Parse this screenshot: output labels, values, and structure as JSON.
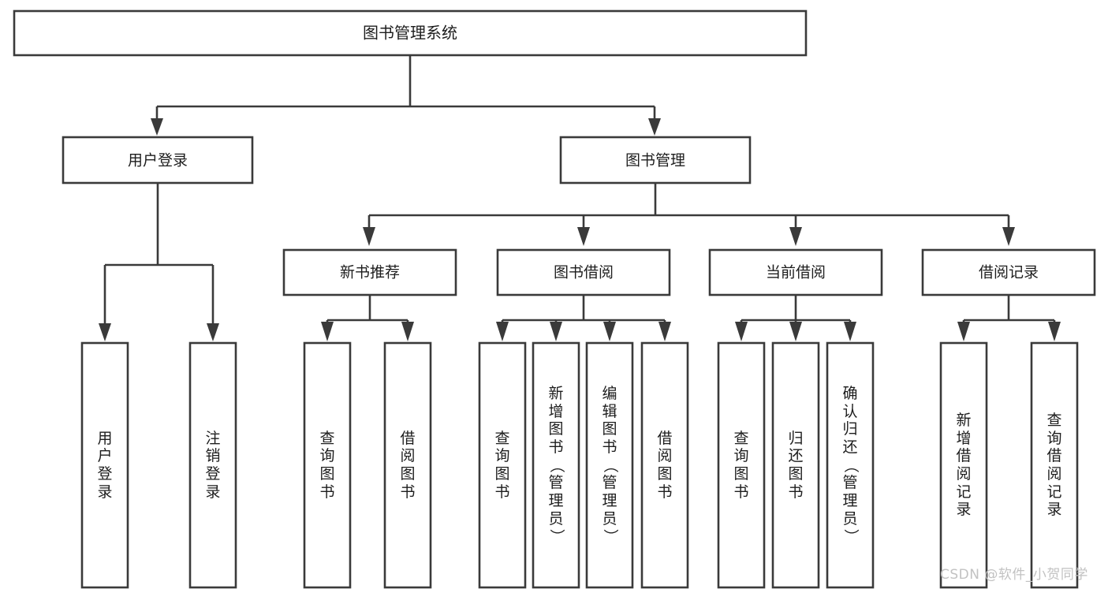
{
  "diagram": {
    "title": "图书管理系统",
    "type": "tree-hierarchy-chart",
    "root": {
      "label": "图书管理系统"
    },
    "level2": [
      {
        "label": "用户登录"
      },
      {
        "label": "图书管理"
      }
    ],
    "level3": [
      {
        "label": "新书推荐"
      },
      {
        "label": "图书借阅"
      },
      {
        "label": "当前借阅"
      },
      {
        "label": "借阅记录"
      }
    ],
    "leaves": {
      "user_login": [
        {
          "label": "用户登录"
        },
        {
          "label": "注销登录"
        }
      ],
      "new_book_recommend": [
        {
          "label": "查询图书"
        },
        {
          "label": "借阅图书"
        }
      ],
      "book_borrow": [
        {
          "label": "查询图书"
        },
        {
          "label": "新增图书（管理员）"
        },
        {
          "label": "编辑图书（管理员）"
        },
        {
          "label": "借阅图书"
        }
      ],
      "current_borrow": [
        {
          "label": "查询图书"
        },
        {
          "label": "归还图书"
        },
        {
          "label": "确认归还（管理员）"
        }
      ],
      "borrow_record": [
        {
          "label": "新增借阅记录"
        },
        {
          "label": "查询借阅记录"
        }
      ]
    },
    "colors": {
      "background": "#ffffff",
      "box_fill": "#ffffff",
      "box_stroke": "#3a3a3a",
      "text": "#1d1d1d",
      "watermark": "#c2c2c2"
    }
  },
  "watermark": {
    "text": "CSDN @软件_小贺同学"
  }
}
